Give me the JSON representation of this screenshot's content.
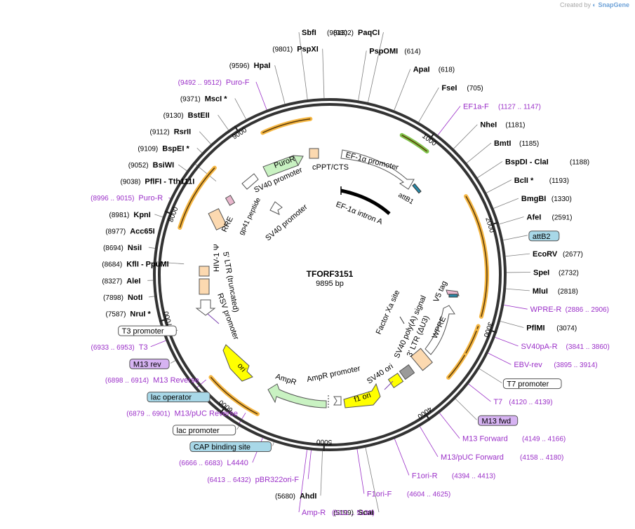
{
  "watermark": {
    "prefix": "Created by",
    "brand": "SnapGene"
  },
  "map": {
    "name": "TFORF3151",
    "length_label": "9895 bp",
    "total_bp": 9895
  },
  "ticks": [
    1000,
    2000,
    3000,
    4000,
    5000,
    6000,
    7000,
    8000,
    9000
  ],
  "colors": {
    "enzyme": "#000000",
    "primer": "#9b30c8",
    "leader": "#808080",
    "arrow_orange": "#f5b642",
    "arrow_green": "#7fc24a",
    "backbone": "#333333",
    "promoter_box": "#c9f2c2",
    "ori_yellow": "#ffff00",
    "orange_box": "#fcd9b0",
    "grey_box": "#9a9a9a",
    "feature_tag_fill": "#d6b3f2",
    "feature_tag_blue": "#a8d8e8"
  },
  "left_labels": [
    {
      "pos": "(9802)",
      "name": "PaqCI"
    },
    {
      "pos": "(9801)",
      "name": "PspXI"
    },
    {
      "pos": "(9596)",
      "name": "HpaI"
    },
    {
      "pos": "(9492 .. 9512)",
      "name": "Puro-F",
      "primer": true
    },
    {
      "pos": "(9371)",
      "name": "MscI *"
    },
    {
      "pos": "(9130)",
      "name": "BstEII"
    },
    {
      "pos": "(9112)",
      "name": "RsrII"
    },
    {
      "pos": "(9109)",
      "name": "BspEI *"
    },
    {
      "pos": "(9052)",
      "name": "BsiWI"
    },
    {
      "pos": "(9038)",
      "name": "PflFI - Tth111I"
    },
    {
      "pos": "(8996 .. 9015)",
      "name": "Puro-R",
      "primer": true
    },
    {
      "pos": "(8981)",
      "name": "KpnI"
    },
    {
      "pos": "(8977)",
      "name": "Acc65I"
    },
    {
      "pos": "(8694)",
      "name": "NsiI"
    },
    {
      "pos": "(8684)",
      "name": "KflI - PpuMI"
    },
    {
      "pos": "(8327)",
      "name": "AleI"
    },
    {
      "pos": "(7898)",
      "name": "NotI"
    },
    {
      "pos": "(7587)",
      "name": "NruI *"
    },
    {
      "pos": "",
      "name": "T3 promoter",
      "box": "white"
    },
    {
      "pos": "(6933 .. 6953)",
      "name": "T3",
      "primer": true
    },
    {
      "pos": "",
      "name": "M13 rev",
      "box": "purple"
    },
    {
      "pos": "(6898 .. 6914)",
      "name": "M13 Reverse",
      "primer": true
    },
    {
      "pos": "",
      "name": "lac operator",
      "box": "blue"
    },
    {
      "pos": "(6879 .. 6901)",
      "name": "M13/pUC Reverse",
      "primer": true
    },
    {
      "pos": "",
      "name": "lac promoter",
      "box": "white"
    },
    {
      "pos": "",
      "name": "CAP binding site",
      "box": "blue"
    },
    {
      "pos": "(6666 .. 6683)",
      "name": "L4440",
      "primer": true
    },
    {
      "pos": "(6413 .. 6432)",
      "name": "pBR322ori-F",
      "primer": true
    },
    {
      "pos": "(5680)",
      "name": "AhdI"
    },
    {
      "pos": "(5199)",
      "name": "ScaI"
    }
  ],
  "right_labels": [
    {
      "pos": "(9813)",
      "name": "SbfI"
    },
    {
      "pos": "(614)",
      "name": "PspOMI"
    },
    {
      "pos": "(618)",
      "name": "ApaI"
    },
    {
      "pos": "(705)",
      "name": "FseI"
    },
    {
      "pos": "(1127 .. 1147)",
      "name": "EF1a-F",
      "primer": true
    },
    {
      "pos": "(1181)",
      "name": "NheI"
    },
    {
      "pos": "(1185)",
      "name": "BmtI"
    },
    {
      "pos": "(1188)",
      "name": "BspDI - ClaI"
    },
    {
      "pos": "(1193)",
      "name": "BclI *"
    },
    {
      "pos": "(1330)",
      "name": "BmgBI"
    },
    {
      "pos": "(2591)",
      "name": "AfeI"
    },
    {
      "pos": "",
      "name": "attB2",
      "box": "blue"
    },
    {
      "pos": "(2677)",
      "name": "EcoRV"
    },
    {
      "pos": "(2732)",
      "name": "SpeI"
    },
    {
      "pos": "(2818)",
      "name": "MluI"
    },
    {
      "pos": "(2886 .. 2906)",
      "name": "WPRE-R",
      "primer": true
    },
    {
      "pos": "(3074)",
      "name": "PflMI"
    },
    {
      "pos": "(3841 .. 3860)",
      "name": "SV40pA-R",
      "primer": true
    },
    {
      "pos": "(3895 .. 3914)",
      "name": "EBV-rev",
      "primer": true
    },
    {
      "pos": "",
      "name": "T7 promoter",
      "box": "white"
    },
    {
      "pos": "(4120 .. 4139)",
      "name": "T7",
      "primer": true
    },
    {
      "pos": "",
      "name": "M13 fwd",
      "box": "purple"
    },
    {
      "pos": "(4149 .. 4166)",
      "name": "M13 Forward",
      "primer": true
    },
    {
      "pos": "(4158 .. 4180)",
      "name": "M13/pUC Forward",
      "primer": true
    },
    {
      "pos": "(4394 .. 4413)",
      "name": "F1ori-R",
      "primer": true
    },
    {
      "pos": "(4604 .. 4625)",
      "name": "F1ori-F",
      "primer": true
    },
    {
      "pos": "(5111 .. 5130)",
      "name": "Amp-R",
      "primer": true
    }
  ],
  "features": {
    "puror": "PuroR",
    "sv40_promoter_1": "SV40 promoter",
    "cppt": "cPPT/CTS",
    "ef1a_promoter": "EF-1α promoter",
    "attb1": "attB1",
    "ef1a_intron": "EF-1α intron A",
    "rre": "RRE",
    "gp41": "gp41 peptide",
    "sv40_promoter_2": "SV40 promoter",
    "hiv_psi": "HIV-1 Ψ",
    "ltr5": "5' LTR (truncated)",
    "rsv_promoter": "RSV promoter",
    "ori": "ori",
    "ampr": "AmpR",
    "ampr_promoter": "AmpR promoter",
    "f1_ori": "f1 ori",
    "sv40_ori": "SV40 ori",
    "sv40_polya": "SV40 poly(A) signal",
    "ltr3": "3' LTR (ΔU3)",
    "wpre": "WPRE",
    "factor_xa": "Factor Xa site",
    "v5_tag": "V5 tag"
  }
}
